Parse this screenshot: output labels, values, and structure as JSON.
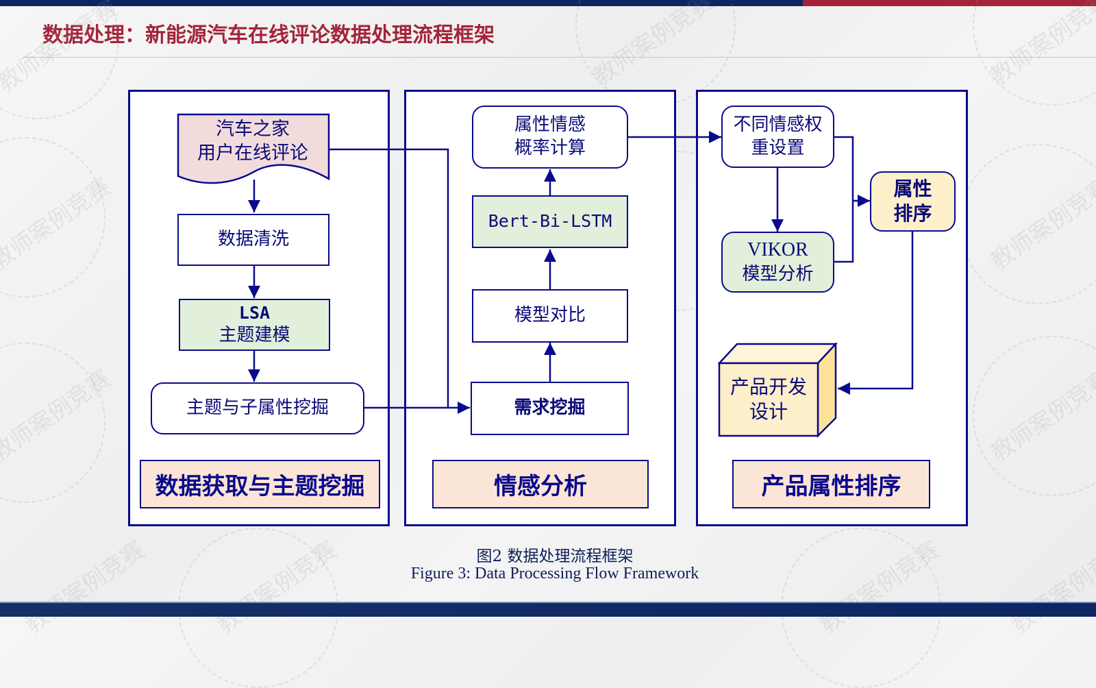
{
  "slide": {
    "title": "数据处理：新能源汽车在线评论数据处理流程框架",
    "watermark": "教师案例竞赛"
  },
  "panels": {
    "data_acquisition": {
      "label": "数据获取与主题挖掘",
      "source": {
        "line1": "汽车之家",
        "line2": "用户在线评论"
      },
      "cleaning": "数据清洗",
      "lsa": {
        "line1": "LSA",
        "line2": "主题建模"
      },
      "topic_mining": "主题与子属性挖掘"
    },
    "sentiment": {
      "label": "情感分析",
      "prob_calc": {
        "line1": "属性情感",
        "line2": "概率计算"
      },
      "model": "Bert-Bi-LSTM",
      "comparison": "模型对比",
      "demand_mining": "需求挖掘"
    },
    "ranking": {
      "label": "产品属性排序",
      "weights": {
        "line1": "不同情感权",
        "line2": "重设置"
      },
      "vikor": {
        "line1": "VIKOR",
        "line2": "模型分析"
      },
      "attr_rank": {
        "line1": "属性",
        "line2": "排序"
      },
      "product_dev": {
        "line1": "产品开发",
        "line2": "设计"
      }
    }
  },
  "caption": {
    "cn": "图2 数据处理流程框架",
    "en": "Figure 3: Data Processing Flow Framework"
  },
  "colors": {
    "accent_red": "#a3243a",
    "navy": "#0d2563",
    "stroke": "#0a0a8c",
    "green_fill": "#e2efda",
    "pink_fill": "#f2dcdb",
    "cream_fill": "#fdefc9",
    "label_fill": "#fbe5d6"
  }
}
